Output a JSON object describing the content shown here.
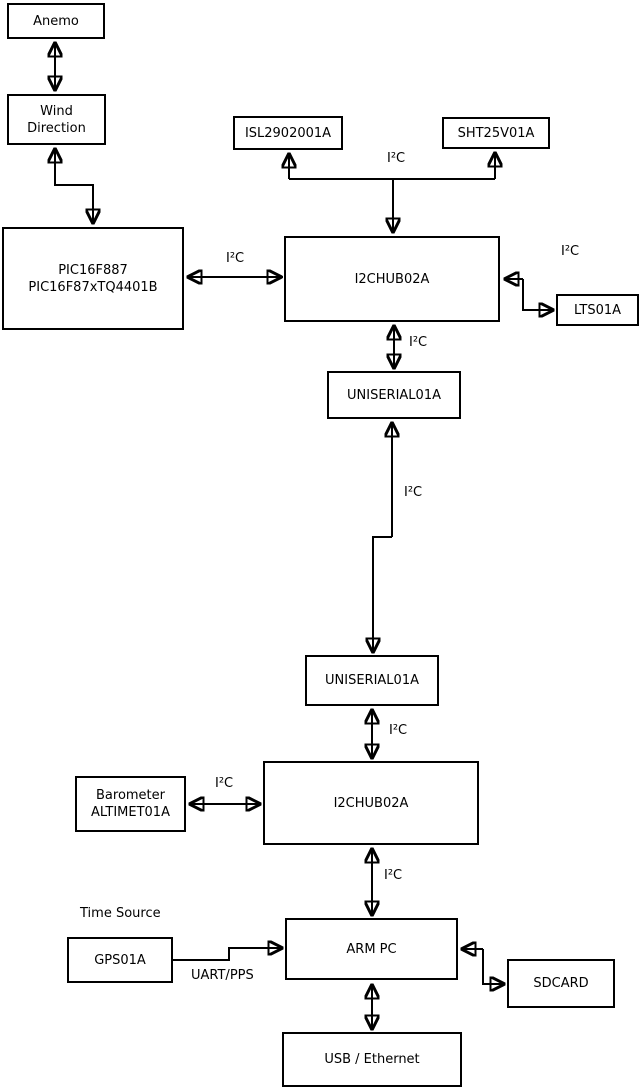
{
  "colors": {
    "line": "#000000",
    "box_fill": "#ffffff",
    "background": "#ffffff",
    "text": "#000000"
  },
  "nodes": {
    "anemo": {
      "label": "Anemo"
    },
    "wind_direction": {
      "line1": "Wind",
      "line2": "Direction"
    },
    "pic": {
      "line1": "PIC16F887",
      "line2": "PIC16F87xTQ4401B"
    },
    "isl": {
      "label": "ISL2902001A"
    },
    "sht": {
      "label": "SHT25V01A"
    },
    "hub1": {
      "label": "I2CHUB02A"
    },
    "lts": {
      "label": "LTS01A"
    },
    "uniserial1": {
      "label": "UNISERIAL01A"
    },
    "uniserial2": {
      "label": "UNISERIAL01A"
    },
    "hub2": {
      "label": "I2CHUB02A"
    },
    "barometer": {
      "line1": "Barometer",
      "line2": "ALTIMET01A"
    },
    "arm_pc": {
      "label": "ARM PC"
    },
    "gps": {
      "label": "GPS01A"
    },
    "sdcard": {
      "label": "SDCARD"
    },
    "usb_ethernet": {
      "label": "USB / Ethernet"
    }
  },
  "edge_labels": {
    "sensors_bus": "I²C",
    "pic_hub1": "I²C",
    "hub1_lts": "I²C",
    "hub1_uniserial1": "I²C",
    "uniserial_link": "I²C",
    "uniserial2_hub2": "I²C",
    "barometer_hub2": "I²C",
    "hub2_armpc": "I²C",
    "gps_armpc": "UART/PPS",
    "gps_caption": "Time Source"
  }
}
